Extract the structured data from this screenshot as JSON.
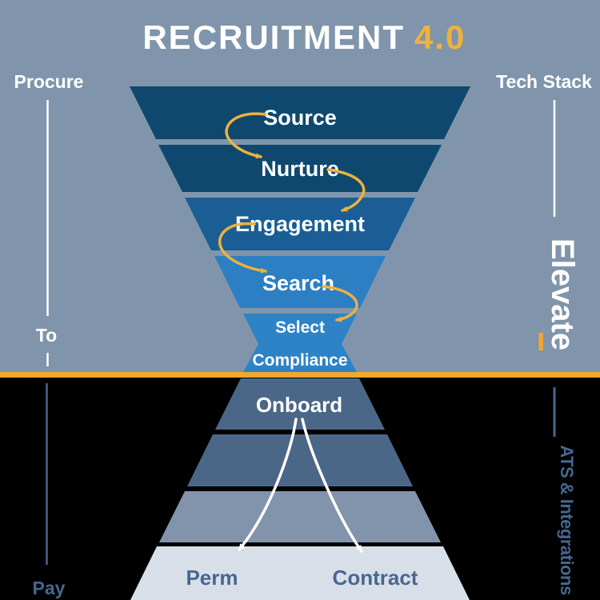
{
  "title": {
    "text": "RECRUITMENT",
    "accent": "4.0"
  },
  "left_rail": {
    "top_label": "Procure",
    "mid_label": "To",
    "bottom_label": "Pay"
  },
  "right_rail": {
    "top_label": "Tech Stack",
    "brand": "Elevate",
    "bottom_label": "ATS & Integrations"
  },
  "funnel": {
    "upper_stages": [
      "Source",
      "Nurture",
      "Engagement",
      "Search",
      "Select",
      "Compliance"
    ],
    "lower_stages": [
      "Onboard"
    ],
    "outcomes": [
      "Perm",
      "Contract"
    ]
  },
  "colors": {
    "bg_top": "#8095AB",
    "bg_bottom": "#000000",
    "divider_orange": "#F0A82F",
    "title_white": "#FFFFFF",
    "title_accent": "#EEB23B",
    "stage_dark": "#0E486F",
    "stage_medium": "#1A5E95",
    "stage_light": "#2C7FC2",
    "stage_bright": "#2E83C7",
    "band_slate": "#4B6787",
    "band_gray": "#8294AB",
    "band_pale": "#D8DFE9",
    "text_white": "#FFFFFF",
    "text_slate": "#47678F",
    "arrow_yellow": "#ECB23E",
    "arrow_white": "#FFFFFF"
  }
}
